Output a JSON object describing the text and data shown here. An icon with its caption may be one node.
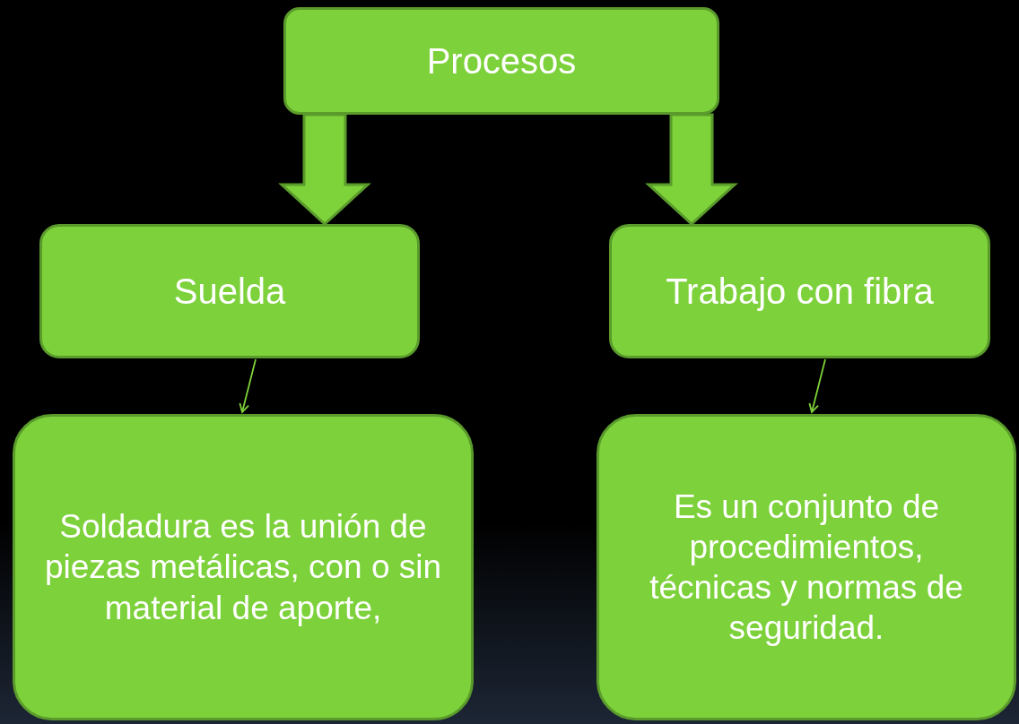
{
  "diagram": {
    "nodes": [
      {
        "text": [
          "Procesos"
        ]
      },
      {
        "text": [
          "Suelda"
        ]
      },
      {
        "text": [
          "Trabajo con fibra"
        ]
      },
      {
        "text": [
          "Soldadura es la unión de piezas metálicas, con o sin material de aporte,"
        ]
      },
      {
        "text": [
          "Es un conjunto de procedimientos, técnicas y normas de seguridad."
        ]
      }
    ],
    "edges": [
      {
        "from": 0,
        "to": 1,
        "arrow": "to",
        "style": "thick"
      },
      {
        "from": 0,
        "to": 2,
        "arrow": "to",
        "style": "thick"
      },
      {
        "from": 1,
        "to": 3,
        "arrow": "to"
      },
      {
        "from": 2,
        "to": 4,
        "arrow": "to"
      }
    ]
  }
}
